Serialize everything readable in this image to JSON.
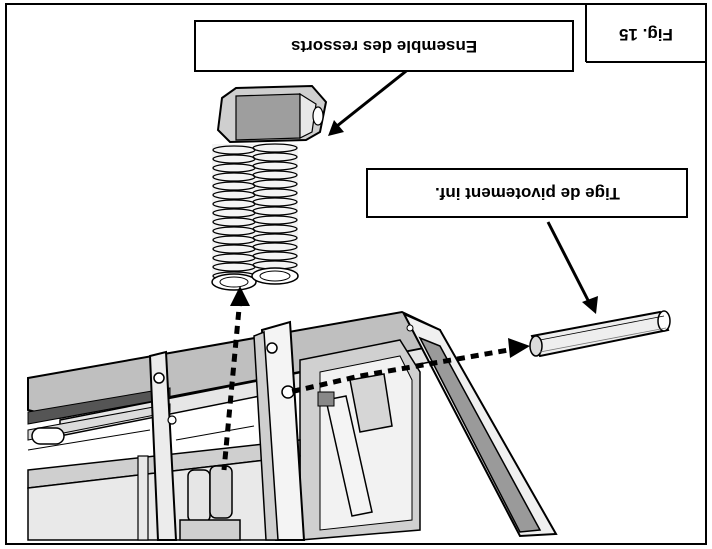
{
  "figure": {
    "fig_label": "Fig. 15",
    "callout_springs": "Ensemble des ressorts",
    "callout_pin": "Tige de pivotement inf."
  }
}
